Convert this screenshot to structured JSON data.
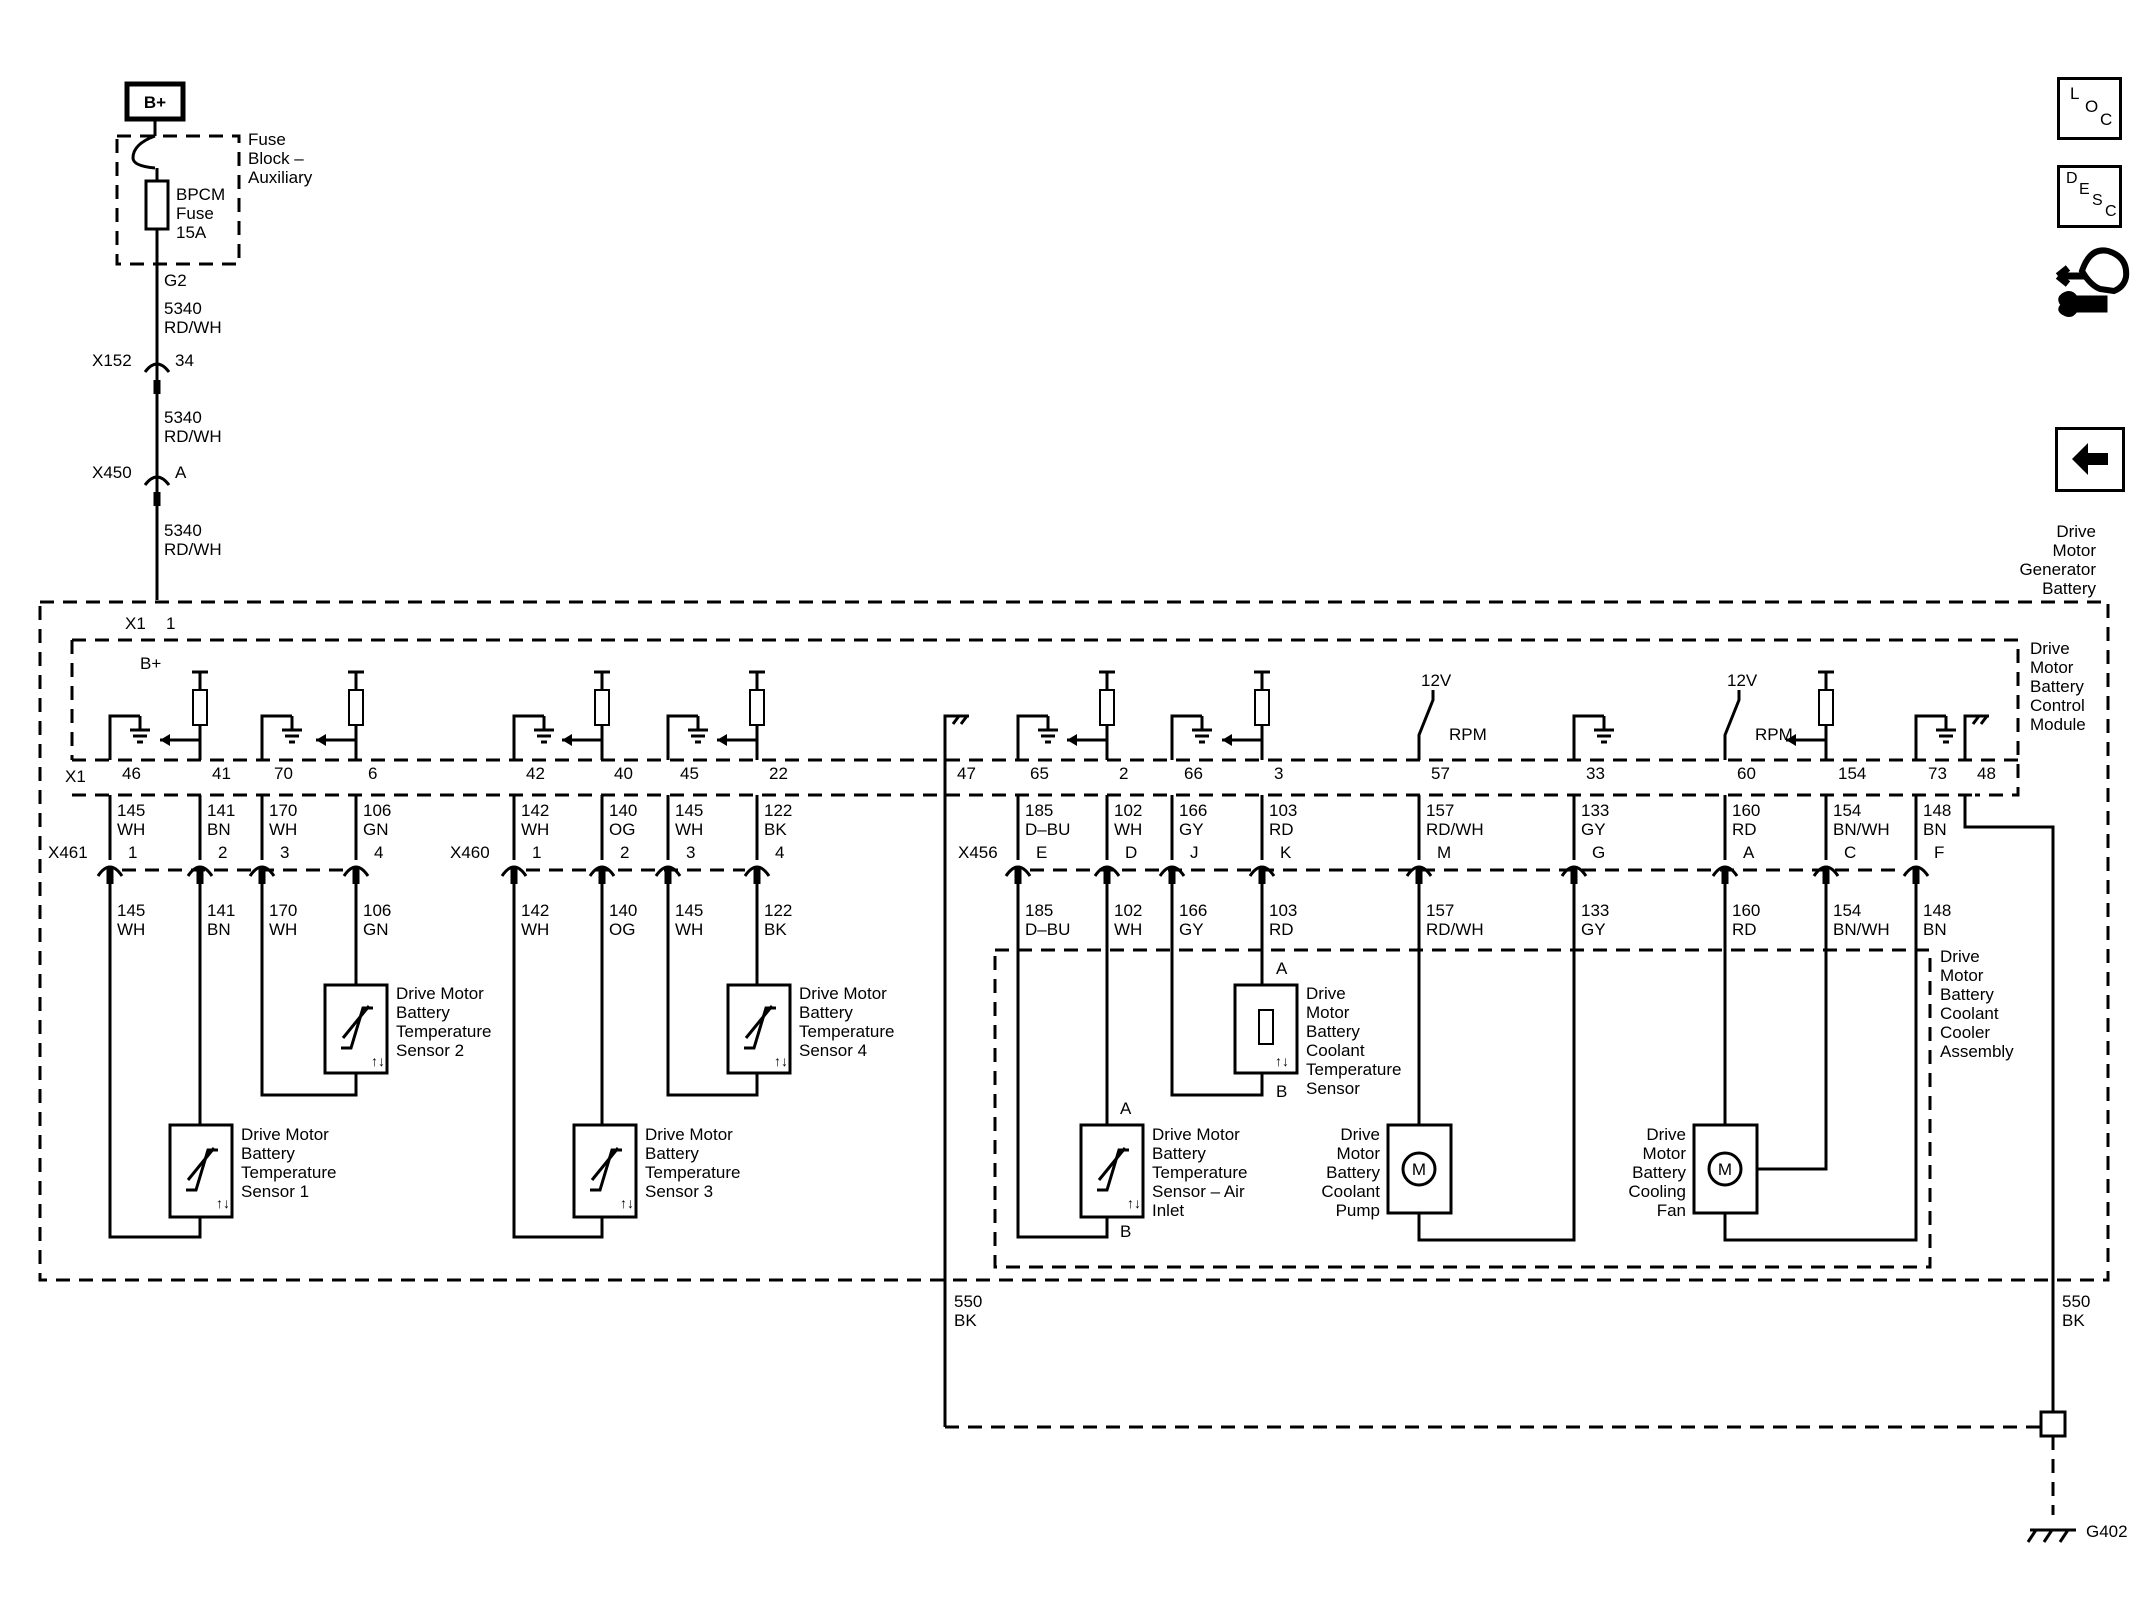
{
  "source": {
    "label": "B+"
  },
  "fuse_block": {
    "label_lines": [
      "Fuse",
      "Block –",
      "Auxiliary"
    ],
    "fuse_lines": [
      "BPCM",
      "Fuse",
      "15A"
    ],
    "terminal": "G2"
  },
  "feed_wire": {
    "circuit": "5340",
    "color": "RD/WH"
  },
  "inline_connectors": [
    {
      "name": "X152",
      "pin": "34"
    },
    {
      "name": "X450",
      "pin": "A"
    }
  ],
  "battery_pack": {
    "label_lines": [
      "Drive",
      "Motor",
      "Generator",
      "Battery"
    ]
  },
  "control_module": {
    "label_lines": [
      "Drive",
      "Motor",
      "Battery",
      "Control",
      "Module"
    ],
    "power_connector": {
      "name": "X1",
      "pin": "1",
      "label": "B+"
    },
    "signal_connector": "X1",
    "supply_12v": "12V",
    "rpm_label": "RPM",
    "pins": [
      "46",
      "41",
      "70",
      "6",
      "42",
      "40",
      "45",
      "22",
      "47",
      "65",
      "2",
      "66",
      "3",
      "57",
      "33",
      "60",
      "154",
      "73",
      "48"
    ]
  },
  "wires_upper": [
    {
      "circuit": "145",
      "color": "WH"
    },
    {
      "circuit": "141",
      "color": "BN"
    },
    {
      "circuit": "170",
      "color": "WH"
    },
    {
      "circuit": "106",
      "color": "GN"
    },
    {
      "circuit": "142",
      "color": "WH"
    },
    {
      "circuit": "140",
      "color": "OG"
    },
    {
      "circuit": "145",
      "color": "WH"
    },
    {
      "circuit": "122",
      "color": "BK"
    },
    {
      "circuit": "185",
      "color": "D–BU"
    },
    {
      "circuit": "102",
      "color": "WH"
    },
    {
      "circuit": "166",
      "color": "GY"
    },
    {
      "circuit": "103",
      "color": "RD"
    },
    {
      "circuit": "157",
      "color": "RD/WH"
    },
    {
      "circuit": "133",
      "color": "GY"
    },
    {
      "circuit": "160",
      "color": "RD"
    },
    {
      "circuit": "154",
      "color": "BN/WH"
    },
    {
      "circuit": "148",
      "color": "BN"
    }
  ],
  "harness_connectors": [
    {
      "name": "X461",
      "pins": [
        "1",
        "2",
        "3",
        "4"
      ]
    },
    {
      "name": "X460",
      "pins": [
        "1",
        "2",
        "3",
        "4"
      ]
    },
    {
      "name": "X456",
      "pins": [
        "E",
        "D",
        "J",
        "K",
        "M",
        "G",
        "A",
        "C",
        "F"
      ]
    }
  ],
  "components": {
    "sensor1": [
      "Drive Motor",
      "Battery",
      "Temperature",
      "Sensor 1"
    ],
    "sensor2": [
      "Drive Motor",
      "Battery",
      "Temperature",
      "Sensor 2"
    ],
    "sensor3": [
      "Drive Motor",
      "Battery",
      "Temperature",
      "Sensor 3"
    ],
    "sensor4": [
      "Drive Motor",
      "Battery",
      "Temperature",
      "Sensor 4"
    ],
    "air_inlet_sensor": [
      "Drive Motor",
      "Battery",
      "Temperature",
      "Sensor – Air",
      "Inlet"
    ],
    "coolant_temp_sensor": [
      "Drive",
      "Motor",
      "Battery",
      "Coolant",
      "Temperature",
      "Sensor"
    ],
    "coolant_pump": [
      "Drive",
      "Motor",
      "Battery",
      "Coolant",
      "Pump"
    ],
    "cooling_fan": [
      "Drive",
      "Motor",
      "Battery",
      "Cooling",
      "Fan"
    ],
    "cooler_assembly": [
      "Drive",
      "Motor",
      "Battery",
      "Coolant",
      "Cooler",
      "Assembly"
    ],
    "motor_symbol": "M",
    "pin_a": "A",
    "pin_b": "B"
  },
  "ground": {
    "circuit": "550",
    "color": "BK",
    "name": "G402"
  },
  "side_buttons": {
    "loc": [
      "L",
      "O",
      "C"
    ],
    "desc": [
      "D",
      "E",
      "S",
      "C"
    ],
    "icons": [
      "hand-wrench-icon",
      "left-arrow-icon"
    ]
  }
}
